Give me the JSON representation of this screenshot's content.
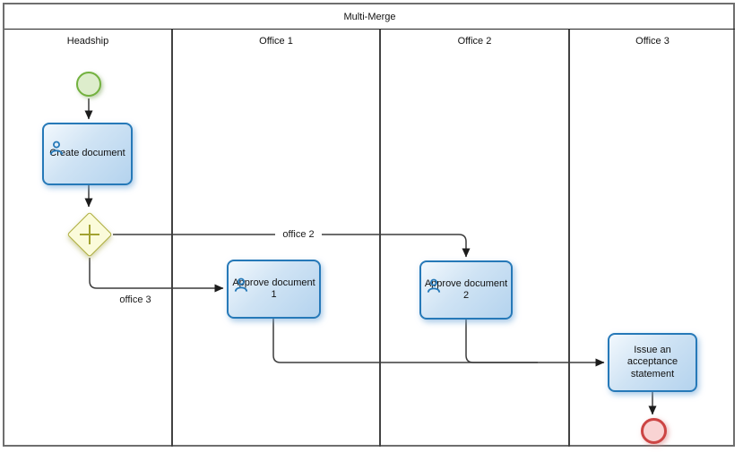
{
  "diagram": {
    "title": "Multi-Merge",
    "lanes": [
      {
        "label": "Headship"
      },
      {
        "label": "Office 1"
      },
      {
        "label": "Office 2"
      },
      {
        "label": "Office 3"
      }
    ],
    "nodes": {
      "start_event": {
        "type": "start-event"
      },
      "create_document": {
        "label": "Create document",
        "type": "user-task"
      },
      "parallel_gateway": {
        "type": "parallel-gateway",
        "symbol": "+"
      },
      "approve_document_1": {
        "label": "Approve document\n1",
        "type": "user-task"
      },
      "approve_document_2": {
        "label": "Approve document\n2",
        "type": "user-task"
      },
      "issue_statement": {
        "label": "Issue an\nacceptance\nstatement",
        "type": "task"
      },
      "end_event": {
        "type": "end-event"
      }
    },
    "edges": {
      "office2_label": "office 2",
      "office3_label": "office 3"
    },
    "colors": {
      "task_border": "#2679b8",
      "task_fill_light": "#f2f8fd",
      "task_fill_dark": "#b4d3ee",
      "start_event_border": "#72b13e",
      "start_event_fill": "#ddedcc",
      "gateway_border": "#acac3a",
      "gateway_fill": "#fbfbda",
      "end_event_border": "#cc4544",
      "end_event_fill": "#f9d3d3",
      "flow_line": "#3c3c3c"
    }
  }
}
